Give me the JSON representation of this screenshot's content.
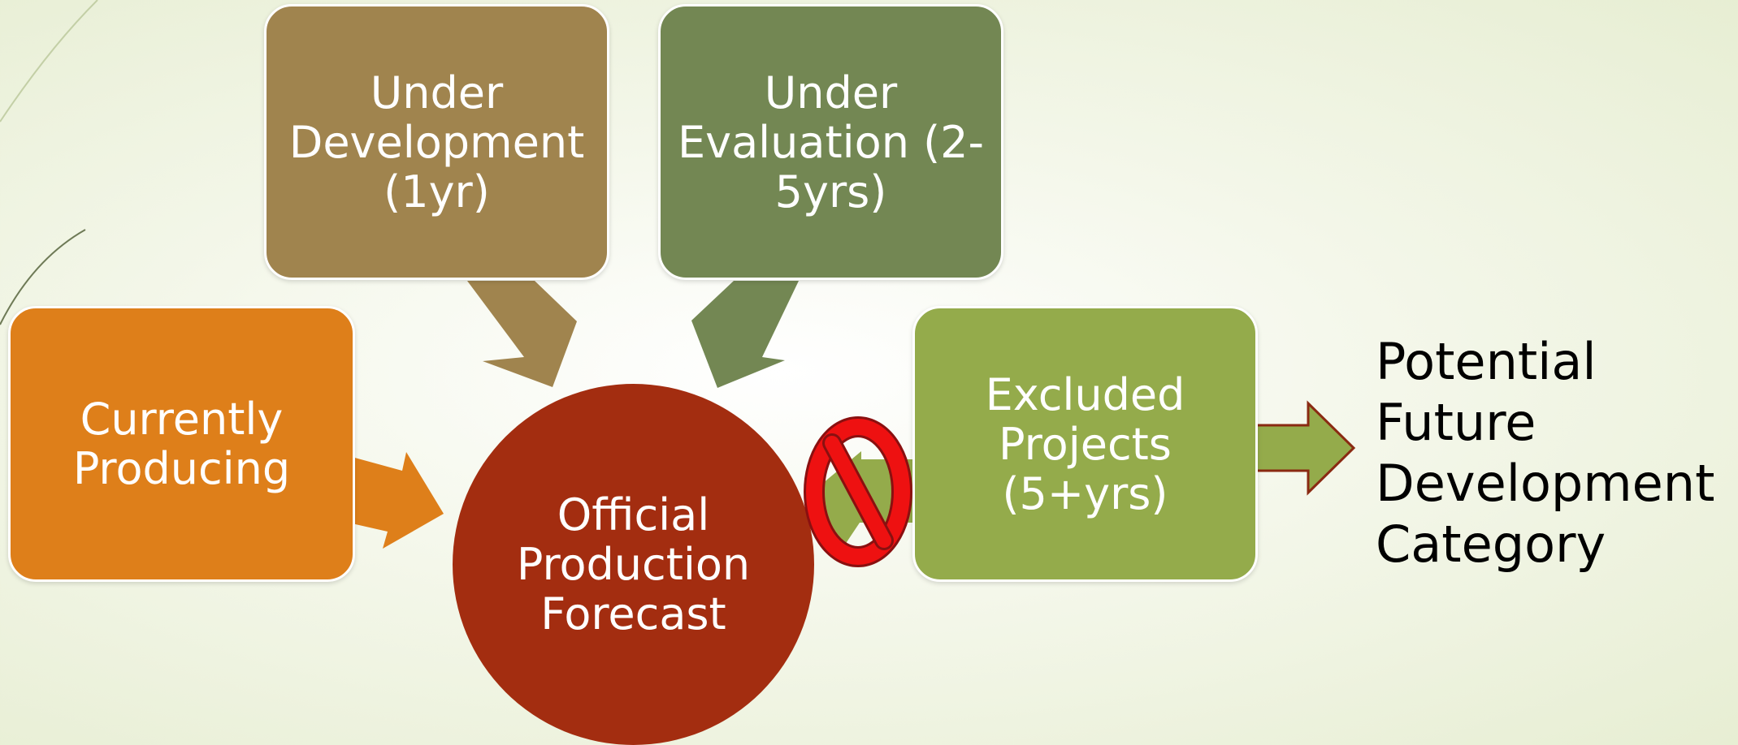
{
  "nodes": {
    "under_development": "Under\nDevelopment\n(1yr)",
    "under_evaluation": "Under\nEvaluation (2-\n5yrs)",
    "currently_producing": "Currently\nProducing",
    "official_forecast": "Official\nProduction\nForecast",
    "excluded_projects": "Excluded\nProjects\n(5+yrs)"
  },
  "side_label": "Potential\nFuture\nDevelopment\nCategory",
  "colors": {
    "under_development": "#a0844e",
    "under_evaluation": "#738753",
    "currently_producing": "#de7f1a",
    "official_forecast": "#a32d10",
    "excluded_projects": "#94ab4b",
    "prohibited_sign": "#ee1111"
  },
  "icons": {
    "excluded_marker": "prohibited-icon"
  }
}
